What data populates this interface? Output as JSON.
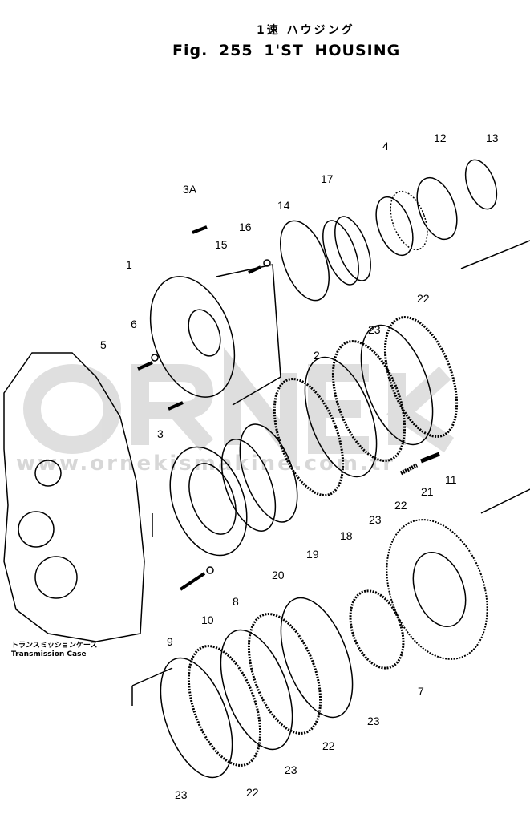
{
  "header": {
    "title_jp": "1速 ハウジング",
    "title": "Fig. 255  1'ST HOUSING"
  },
  "transmission_case": {
    "label_jp": "トランスミッションケース",
    "label_en": "Transmission Case"
  },
  "watermark": {
    "logo": "ORNEK",
    "url": "www.ornekismakine.com.tr"
  },
  "callouts": [
    "3A",
    "16",
    "15",
    "14",
    "17",
    "4",
    "12",
    "13",
    "1",
    "6",
    "5",
    "2",
    "3",
    "22",
    "23",
    "11",
    "21",
    "22",
    "23",
    "18",
    "19",
    "20",
    "8",
    "9",
    "10",
    "7",
    "23",
    "22",
    "23",
    "23",
    "22"
  ]
}
